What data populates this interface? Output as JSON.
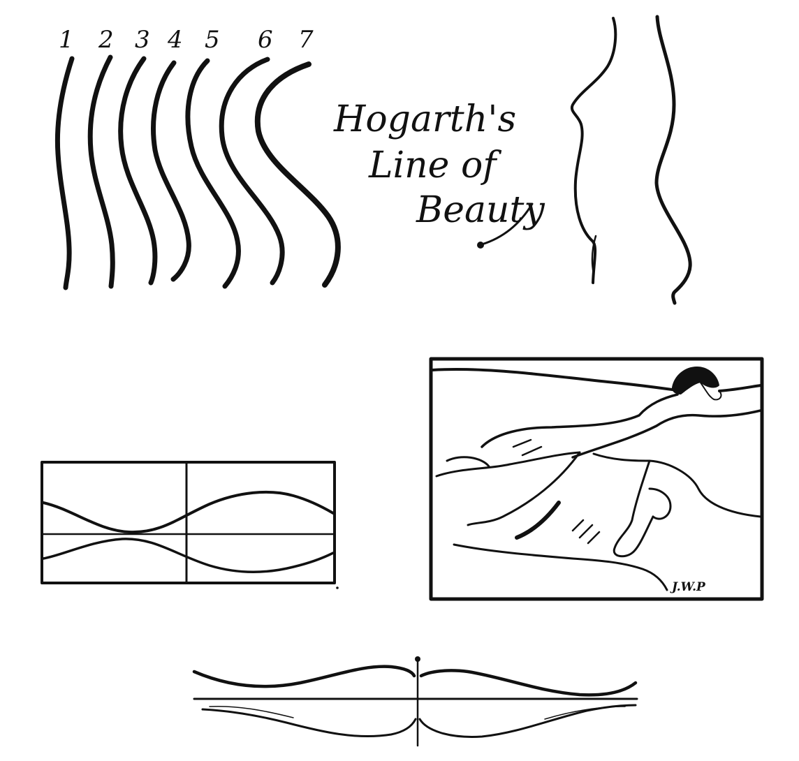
{
  "ink_color": "#111111",
  "paper_color": "#ffffff",
  "line_numbers": [
    "1",
    "2",
    "3",
    "4",
    "5",
    "6",
    "7"
  ],
  "title": {
    "line1": "Hogarth's",
    "line2": "Line of",
    "line3": "Beauty"
  },
  "signature": "J.W.P"
}
